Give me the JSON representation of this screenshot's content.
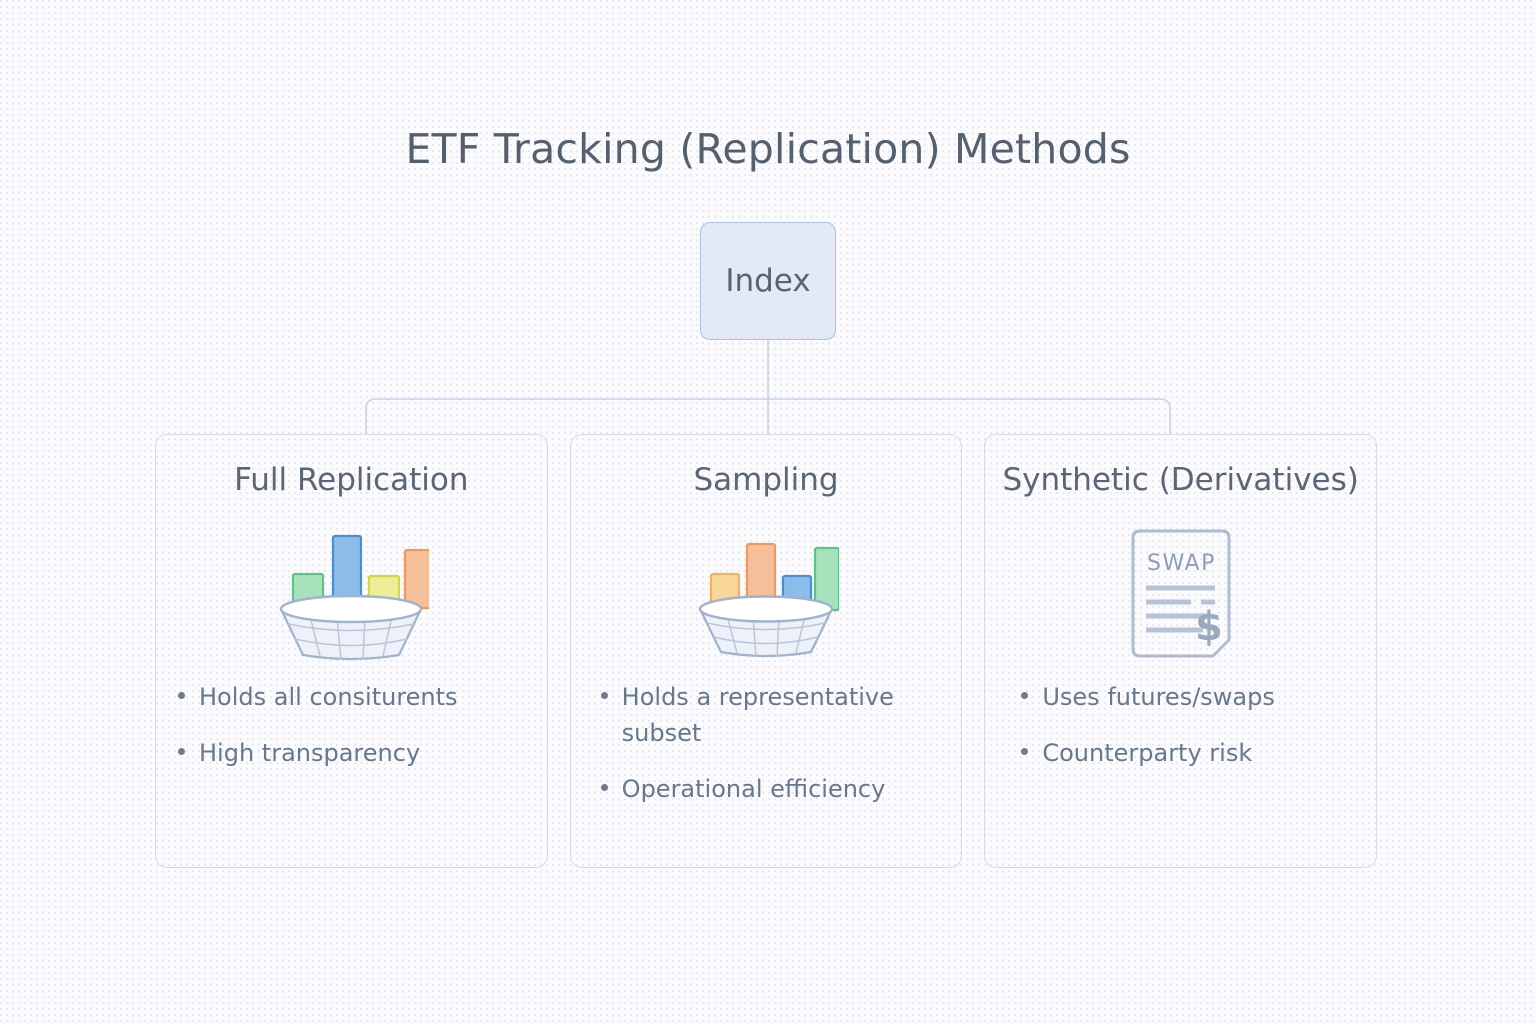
{
  "page": {
    "title": "ETF Tracking (Replication) Methods",
    "background_color": "#fbfbfd"
  },
  "root_node": {
    "label": "Index",
    "fill_color": "#e3eaf6",
    "border_color": "#a9c0e2"
  },
  "connector": {
    "color": "#c3d2ea"
  },
  "cards": [
    {
      "title": "Full Replication",
      "icon": "basket-with-bars-icon",
      "bullets": [
        "Holds all consiturents",
        "High transparency"
      ],
      "bars": [
        {
          "name": "bar-green",
          "fill": "#a8e2bd",
          "stroke": "#5fc389",
          "height": 34,
          "width": 30
        },
        {
          "name": "bar-blue",
          "fill": "#8cbdea",
          "stroke": "#4a8fd0",
          "height": 72,
          "width": 28
        },
        {
          "name": "bar-yellow",
          "fill": "#eeee9a",
          "stroke": "#d4d44a",
          "height": 32,
          "width": 30
        },
        {
          "name": "bar-orange",
          "fill": "#f6bf9a",
          "stroke": "#ec9a62",
          "height": 58,
          "width": 28
        }
      ]
    },
    {
      "title": "Sampling",
      "icon": "basket-with-bars-icon",
      "bullets": [
        "Holds a representative subset",
        "Operational efficiency"
      ],
      "bars": [
        {
          "name": "bar-amber",
          "fill": "#f8d79a",
          "stroke": "#eeb560",
          "height": 36,
          "width": 28
        },
        {
          "name": "bar-orange",
          "fill": "#f6bf9a",
          "stroke": "#ec9a62",
          "height": 66,
          "width": 28
        },
        {
          "name": "bar-blue",
          "fill": "#8cbdea",
          "stroke": "#4a8fd0",
          "height": 34,
          "width": 28
        },
        {
          "name": "bar-green",
          "fill": "#a8e2bd",
          "stroke": "#5fc389",
          "height": 62,
          "width": 28
        }
      ]
    },
    {
      "title": "Synthetic (Derivatives)",
      "icon": "swap-document-icon",
      "document_label": "SWAP",
      "currency_glyph": "$",
      "bullets": [
        "Uses futures/swaps",
        "Counterparty risk"
      ]
    }
  ],
  "colors": {
    "title_text": "#55606f",
    "card_title_text": "#5a6676",
    "bullet_text": "#66788c",
    "bullet_dot": "#6f7c8e",
    "card_border": "#d2dcec",
    "icon_line": "#a9b6cc",
    "basket_fill": "#eef2f8",
    "basket_stroke": "#9fb2cf"
  }
}
